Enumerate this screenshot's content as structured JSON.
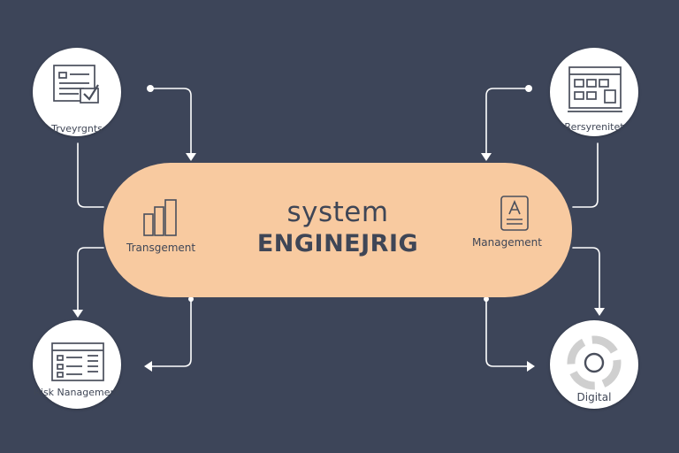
{
  "hub": {
    "title": "system",
    "subtitle": "ENGINEJRIG",
    "left_label": "Transgement",
    "right_label": "Management",
    "left_icon": "bar-chart-icon",
    "right_icon": "document-a-icon"
  },
  "nodes": {
    "top_left": {
      "label": "Trveyrgnts",
      "icon": "checklist-icon"
    },
    "top_right": {
      "label": "Rersyrenitet",
      "icon": "dashboard-window-icon"
    },
    "bottom_left": {
      "label": "Risk Nanagement",
      "icon": "browser-list-icon"
    },
    "bottom_right": {
      "label": "Digital",
      "icon": "cycle-gear-icon"
    }
  },
  "colors": {
    "background": "#3d4559",
    "hub_fill": "#f8caa0",
    "node_fill": "#ffffff",
    "line": "#ffffff",
    "text": "#3f4656"
  }
}
